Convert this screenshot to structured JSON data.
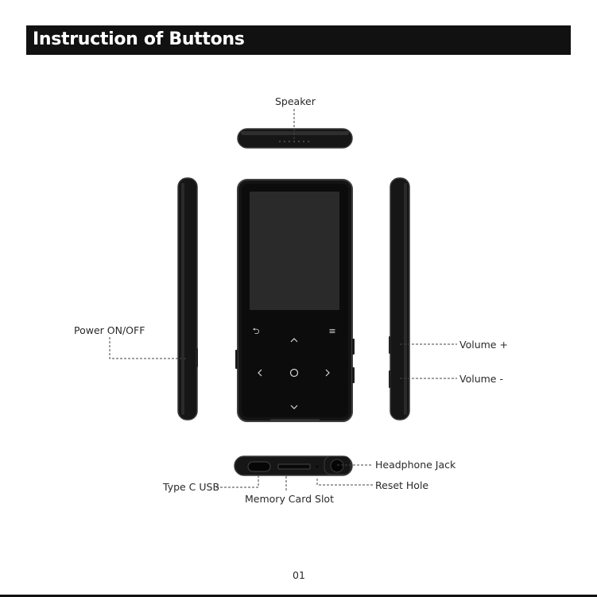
{
  "heading": {
    "title": "Instruction of Buttons"
  },
  "labels": {
    "speaker": "Speaker",
    "power": "Power ON/OFF",
    "volume_up": "Volume +",
    "volume_down": "Volume -",
    "headphone": "Headphone Jack",
    "reset": "Reset Hole",
    "usb": "Type C USB",
    "memory": "Memory Card Slot"
  },
  "page_number": "01",
  "front_icons": {
    "back": "return-arrow-icon",
    "menu": "menu-lines-icon",
    "up": "chevron-up-icon",
    "down": "chevron-down-icon",
    "left": "chevron-left-icon",
    "right": "chevron-right-icon",
    "center": "circle-play-icon"
  },
  "colors": {
    "device_body": "#161616",
    "device_edge": "#3a3a3a",
    "screen": "#2a2a2a",
    "title_bar": "#111111",
    "leader_line": "#444444"
  }
}
